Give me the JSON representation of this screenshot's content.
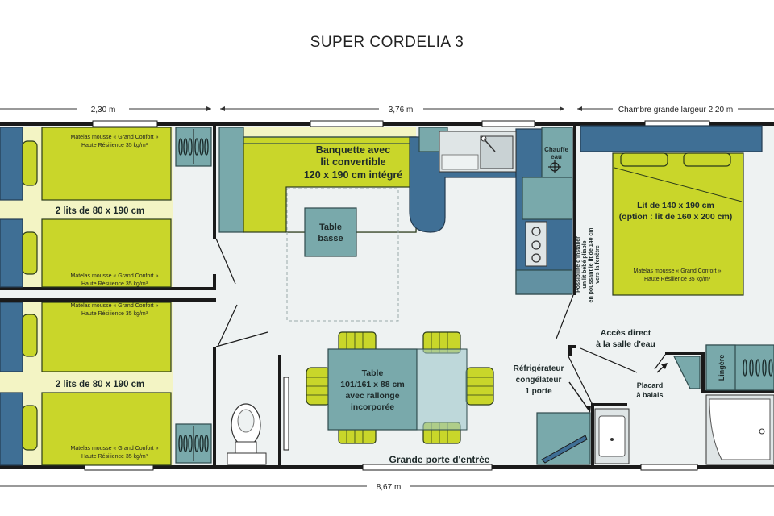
{
  "title": "SUPER CORDELIA 3",
  "dimensions": {
    "left": "2,30 m",
    "middle": "3,76 m",
    "right": "Chambre grande largeur 2,20 m",
    "total": "8,67 m"
  },
  "labels": {
    "banquette_1": "Banquette avec",
    "banquette_2": "lit convertible",
    "banquette_3": "120 x 190 cm intégré",
    "table_basse_1": "Table",
    "table_basse_2": "basse",
    "beds_top": "2 lits de 80 x 190 cm",
    "beds_bottom": "2 lits de 80 x 190 cm",
    "matelas_1": "Matelas mousse « Grand Confort »",
    "matelas_2": "Haute Résilience 35 kg/m³",
    "chauffe_1": "Chauffe",
    "chauffe_2": "eau",
    "lit_1": "Lit de 140 x 190 cm",
    "lit_2": "(option : lit de 160 x 200 cm)",
    "possibilite_1": "Possibilité d'installer",
    "possibilite_2": "un lit bébé pliable",
    "possibilite_3": "en poussant le lit de 140 cm,",
    "possibilite_4": "vers la fenêtre",
    "acces_1": "Accès direct",
    "acces_2": "à la salle d'eau",
    "lingere": "Lingère",
    "placard_1": "Placard",
    "placard_2": "à balais",
    "table_1": "Table",
    "table_2": "101/161 x 88 cm",
    "table_3": "avec rallonge",
    "table_4": "incorporée",
    "frigo_1": "Réfrigérateur",
    "frigo_2": "congélateur",
    "frigo_3": "1 porte",
    "porte": "Grande porte d'entrée"
  },
  "colors": {
    "mattress": "#c9d62a",
    "pale_floor": "#f3f4c4",
    "furniture_blue": "#3f6f95",
    "furniture_teal": "#79a9ab",
    "floor": "#eef2f2",
    "wall": "#1a1a1a"
  }
}
